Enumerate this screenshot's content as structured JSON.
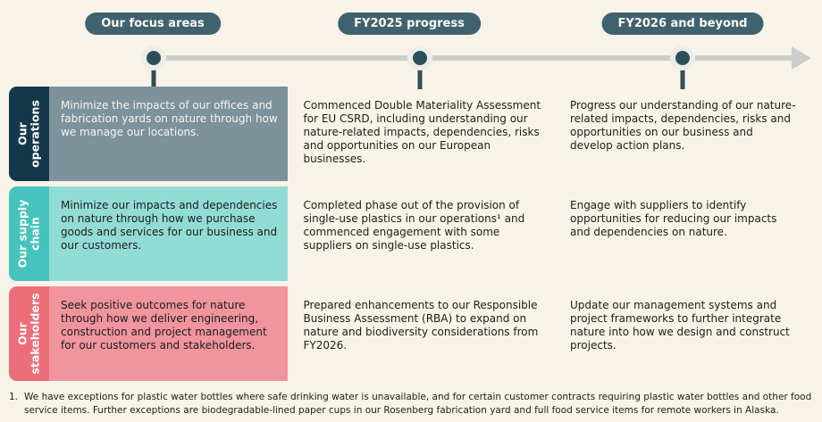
{
  "header": {
    "pills": [
      {
        "label": "Our focus areas"
      },
      {
        "label": "FY2025 progress"
      },
      {
        "label": "FY2026 and beyond"
      }
    ]
  },
  "timeline": {
    "description": "horizontal grey arrow with three milestone dots connected to table columns"
  },
  "table": {
    "rows": [
      {
        "label": "Our\noperations",
        "cells": [
          "Minimize the impacts of our offices and fabrication yards on nature through how we manage our locations.",
          "Commenced Double Materiality Assessment for EU CSRD, including understanding our nature-related impacts, dependencies, risks and opportunities on our European businesses.",
          "Progress our understanding of our nature-related impacts, dependencies, risks and opportunities on our business and develop action plans."
        ]
      },
      {
        "label": "Our supply\nchain",
        "cells": [
          "Minimize our impacts and dependencies on nature through how we purchase goods and services for our business and our customers.",
          "Completed phase out of the provision of single-use plastics in our operations¹ and commenced engagement with some suppliers on single-use plastics.",
          "Engage with suppliers to identify opportunities for reducing our impacts and dependencies on nature."
        ]
      },
      {
        "label": "Our\nstakeholders",
        "cells": [
          "Seek positive outcomes for nature through how we deliver engineering, construction and project management for our customers and stakeholders.",
          "Prepared enhancements to our Responsible Business Assessment (RBA) to expand on nature and biodiversity considerations from FY2026.",
          "Update our management systems and project frameworks to further integrate nature into how we design and construct projects."
        ]
      }
    ]
  },
  "footnote": {
    "number": "1.",
    "text": "We have exceptions for plastic water bottles where safe drinking water is unavailable, and for certain customer contracts requiring plastic water bottles and other food service items. Further exceptions are biodegradable-lined paper cups in our Rosenberg fabrication yard and full food service items for remote workers in Alaska."
  },
  "colors": {
    "background": "#f8f3e8",
    "pill_bg": "#40626e",
    "timeline_grey": "#cdcdcb",
    "dot_dark": "#2e4f5a",
    "operations_label_bg": "#14384a",
    "operations_body_bg": "#7d929b",
    "supply_label_bg": "#45c3bc",
    "supply_body_bg": "#92dcd6",
    "stakeholders_label_bg": "#ec6e79",
    "stakeholders_body_bg": "#f0949d"
  }
}
